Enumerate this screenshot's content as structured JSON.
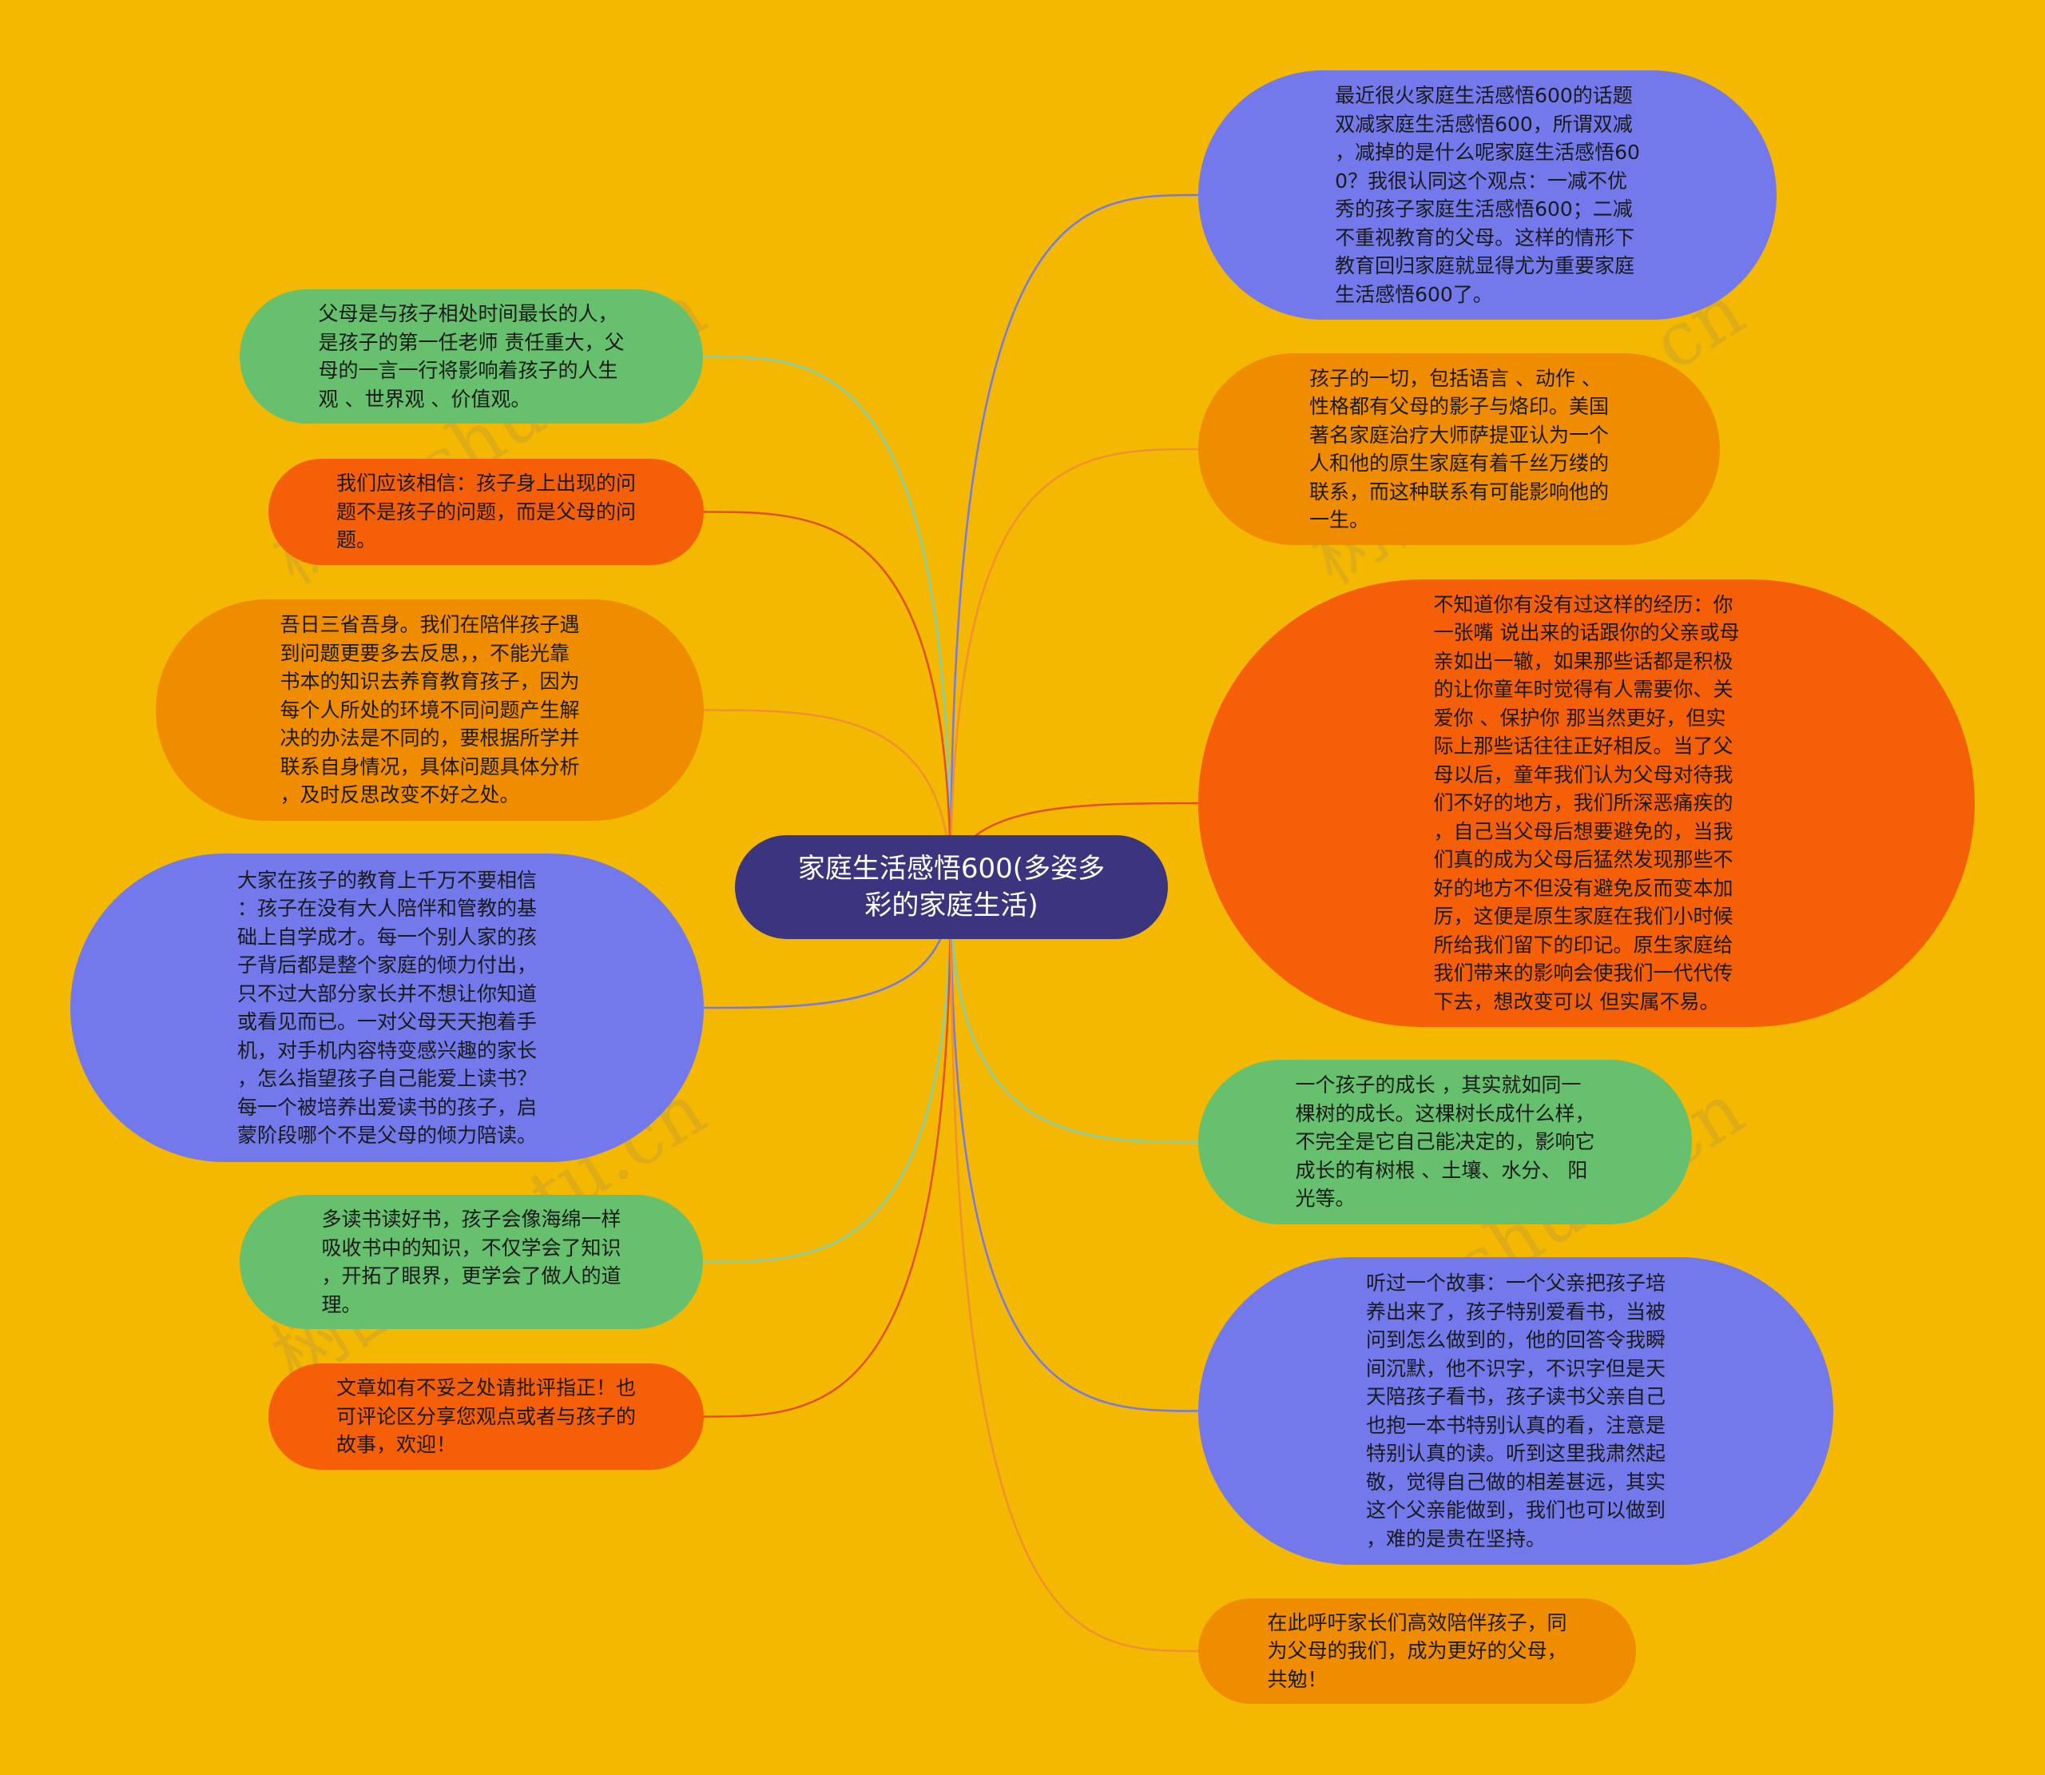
{
  "center": {
    "text": "家庭生活感悟600(多姿多\n彩的家庭生活)"
  },
  "watermark": "树图 shutu.cn",
  "left_nodes": [
    {
      "text": " 父母是与孩子相处时间最长的人，\n是孩子的第一任老师 责任重大，父\n母的一言一行将影响着孩子的人生\n观 、世界观 、价值观。",
      "color": "#66c06e",
      "link": "#7ad0b8"
    },
    {
      "text": " 我们应该相信：孩子身上出现的问\n题不是孩子的问题，而是父母的问\n题。",
      "color": "#f55f08",
      "link": "#e05020"
    },
    {
      "text": " 吾日三省吾身。我们在陪伴孩子遇\n到问题更要多去反思，，不能光靠\n书本的知识去养育教育孩子，因为\n每个人所处的环境不同问题产生解\n决的办法是不同的，要根据所学并\n联系自身情况，具体问题具体分析\n，及时反思改变不好之处。",
      "color": "#f08c00",
      "link": "#f09030"
    },
    {
      "text": " 大家在孩子的教育上千万不要相信\n：孩子在没有大人陪伴和管教的基\n础上自学成才。每一个别人家的孩\n子背后都是整个家庭的倾力付出，\n只不过大部分家长并不想让你知道\n或看见而已。一对父母天天抱着手\n机，对手机内容特变感兴趣的家长\n，怎么指望孩子自己能爱上读书？\n每一个被培养出爱读书的孩子，启\n蒙阶段哪个不是父母的倾力陪读。",
      "color": "#7379ea",
      "link": "#7379ea"
    },
    {
      "text": " 多读书读好书，孩子会像海绵一样\n吸收书中的知识，不仅学会了知识\n，开拓了眼界，更学会了做人的道\n理。",
      "color": "#66c06e",
      "link": "#7ad0b8"
    },
    {
      "text": " 文章如有不妥之处请批评指正！也\n可评论区分享您观点或者与孩子的\n故事，欢迎！",
      "color": "#f55f08",
      "link": "#e05020"
    }
  ],
  "right_nodes": [
    {
      "text": " 最近很火家庭生活感悟600的话题\n双减家庭生活感悟600，所谓双减\n，减掉的是什么呢家庭生活感悟60\n0？我很认同这个观点：一减不优\n秀的孩子家庭生活感悟600；二减\n不重视教育的父母。这样的情形下\n教育回归家庭就显得尤为重要家庭\n生活感悟600了。",
      "color": "#7379ea",
      "link": "#7379ea"
    },
    {
      "text": " 孩子的一切，包括语言 、动作 、\n性格都有父母的影子与烙印。美国\n著名家庭治疗大师萨提亚认为一个\n人和他的原生家庭有着千丝万缕的\n联系，而这种联系有可能影响他的\n一生。",
      "color": "#f08c00",
      "link": "#f09030"
    },
    {
      "text": " 不知道你有没有过这样的经历：你\n一张嘴 说出来的话跟你的父亲或母\n亲如出一辙，如果那些话都是积极\n的让你童年时觉得有人需要你、关\n爱你 、保护你 那当然更好，但实\n际上那些话往往正好相反。当了父\n母以后，童年我们认为父母对待我\n们不好的地方，我们所深恶痛疾的\n，自己当父母后想要避免的，当我\n们真的成为父母后猛然发现那些不\n好的地方不但没有避免反而变本加\n厉，这便是原生家庭在我们小时候\n所给我们留下的印记。原生家庭给\n我们带来的影响会使我们一代代传\n下去，想改变可以 但实属不易。",
      "color": "#f55f08",
      "link": "#e05020"
    },
    {
      "text": " 一个孩子的成长 ，其实就如同一\n棵树的成长。这棵树长成什么样，\n不完全是它自己能决定的，影响它\n成长的有树根 、土壤、水分、 阳\n光等。",
      "color": "#66c06e",
      "link": "#7ad0b8"
    },
    {
      "text": " 听过一个故事：一个父亲把孩子培\n养出来了，孩子特别爱看书，当被\n问到怎么做到的，他的回答令我瞬\n间沉默，他不识字，不识字但是天\n天陪孩子看书，孩子读书父亲自己\n也抱一本书特别认真的看，注意是\n特别认真的读。听到这里我肃然起\n敬，觉得自己做的相差甚远，其实\n这个父亲能做到，我们也可以做到\n，难的是贵在坚持。",
      "color": "#7379ea",
      "link": "#7379ea"
    },
    {
      "text": " 在此呼吁家长们高效陪伴孩子，同\n为父母的我们，成为更好的父母，\n共勉！",
      "color": "#f08c00",
      "link": "#f09030"
    }
  ]
}
